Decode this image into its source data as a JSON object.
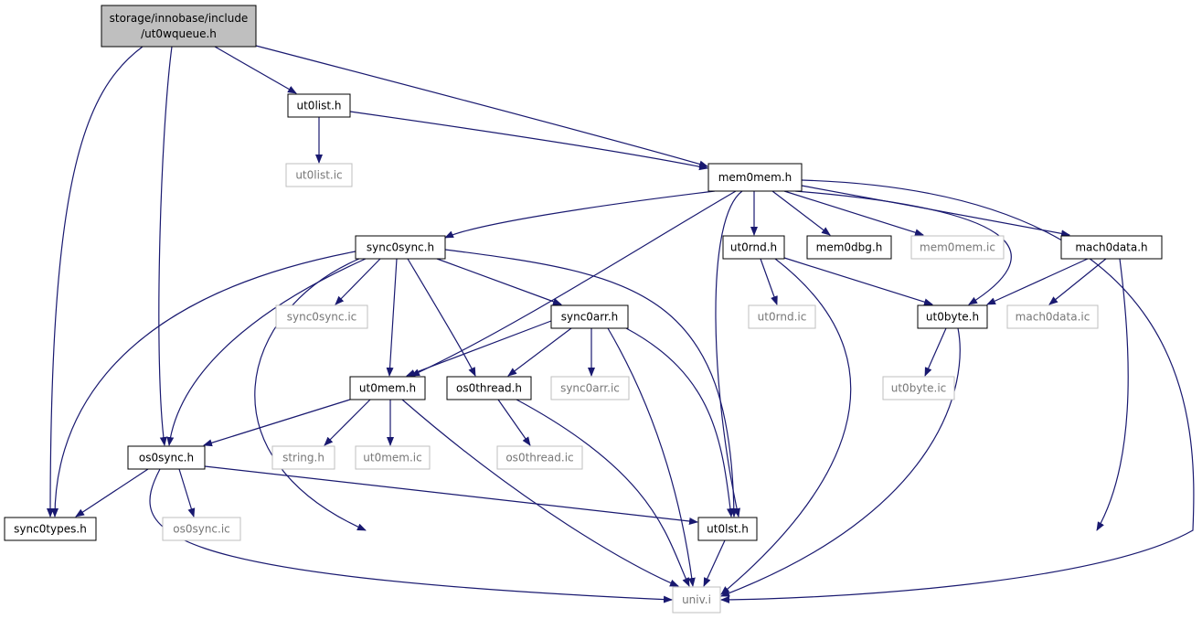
{
  "colors": {
    "edge": "#191970",
    "root_fill": "#bfbfbf",
    "node_border": "#000000",
    "external_border": "#bfbfbf",
    "external_text": "#777777",
    "background": "#ffffff"
  },
  "nodes": [
    {
      "id": "root",
      "lines": [
        "storage/innobase/include",
        "/ut0wqueue.h"
      ],
      "style": "root"
    },
    {
      "id": "ut0list_h",
      "lines": [
        "ut0list.h"
      ],
      "style": "normal"
    },
    {
      "id": "ut0list_ic",
      "lines": [
        "ut0list.ic"
      ],
      "style": "external"
    },
    {
      "id": "mem0mem_h",
      "lines": [
        "mem0mem.h"
      ],
      "style": "normal"
    },
    {
      "id": "sync0sync_h",
      "lines": [
        "sync0sync.h"
      ],
      "style": "normal"
    },
    {
      "id": "ut0rnd_h",
      "lines": [
        "ut0rnd.h"
      ],
      "style": "normal"
    },
    {
      "id": "mem0dbg_h",
      "lines": [
        "mem0dbg.h"
      ],
      "style": "normal"
    },
    {
      "id": "mem0mem_ic",
      "lines": [
        "mem0mem.ic"
      ],
      "style": "external"
    },
    {
      "id": "mach0data_h",
      "lines": [
        "mach0data.h"
      ],
      "style": "normal"
    },
    {
      "id": "sync0sync_ic",
      "lines": [
        "sync0sync.ic"
      ],
      "style": "external"
    },
    {
      "id": "sync0arr_h",
      "lines": [
        "sync0arr.h"
      ],
      "style": "normal"
    },
    {
      "id": "ut0rnd_ic",
      "lines": [
        "ut0rnd.ic"
      ],
      "style": "external"
    },
    {
      "id": "ut0byte_h",
      "lines": [
        "ut0byte.h"
      ],
      "style": "normal"
    },
    {
      "id": "mach0data_ic",
      "lines": [
        "mach0data.ic"
      ],
      "style": "external"
    },
    {
      "id": "ut0mem_h",
      "lines": [
        "ut0mem.h"
      ],
      "style": "normal"
    },
    {
      "id": "os0thread_h",
      "lines": [
        "os0thread.h"
      ],
      "style": "normal"
    },
    {
      "id": "sync0arr_ic",
      "lines": [
        "sync0arr.ic"
      ],
      "style": "external"
    },
    {
      "id": "ut0byte_ic",
      "lines": [
        "ut0byte.ic"
      ],
      "style": "external"
    },
    {
      "id": "os0sync_h",
      "lines": [
        "os0sync.h"
      ],
      "style": "normal"
    },
    {
      "id": "string_h",
      "lines": [
        "string.h"
      ],
      "style": "external"
    },
    {
      "id": "ut0mem_ic",
      "lines": [
        "ut0mem.ic"
      ],
      "style": "external"
    },
    {
      "id": "os0thread_ic",
      "lines": [
        "os0thread.ic"
      ],
      "style": "external"
    },
    {
      "id": "sync0types_h",
      "lines": [
        "sync0types.h"
      ],
      "style": "normal"
    },
    {
      "id": "os0sync_ic",
      "lines": [
        "os0sync.ic"
      ],
      "style": "external"
    },
    {
      "id": "ut0lst_h",
      "lines": [
        "ut0lst.h"
      ],
      "style": "normal"
    },
    {
      "id": "univ_i",
      "lines": [
        "univ.i"
      ],
      "style": "external"
    }
  ],
  "edges": [
    [
      "root",
      "ut0list_h"
    ],
    [
      "root",
      "mem0mem_h"
    ],
    [
      "root",
      "os0sync_h"
    ],
    [
      "root",
      "sync0types_h"
    ],
    [
      "ut0list_h",
      "ut0list_ic"
    ],
    [
      "ut0list_h",
      "mem0mem_h"
    ],
    [
      "mem0mem_h",
      "sync0sync_h"
    ],
    [
      "mem0mem_h",
      "ut0mem_h"
    ],
    [
      "mem0mem_h",
      "ut0lst_h"
    ],
    [
      "mem0mem_h",
      "ut0rnd_h"
    ],
    [
      "mem0mem_h",
      "mem0dbg_h"
    ],
    [
      "mem0mem_h",
      "mem0mem_ic"
    ],
    [
      "mem0mem_h",
      "ut0byte_h"
    ],
    [
      "mem0mem_h",
      "mach0data_h"
    ],
    [
      "mem0mem_h",
      "univ_i"
    ],
    [
      "sync0sync_h",
      "sync0sync_ic"
    ],
    [
      "sync0sync_h",
      "sync0arr_h"
    ],
    [
      "sync0sync_h",
      "ut0mem_h"
    ],
    [
      "sync0sync_h",
      "os0thread_h"
    ],
    [
      "sync0sync_h",
      "ut0lst_h"
    ],
    [
      "sync0sync_h",
      "os0sync_h"
    ],
    [
      "sync0sync_h",
      "sync0types_h"
    ],
    [
      "sync0sync_h",
      "univ_i"
    ],
    [
      "ut0rnd_h",
      "ut0rnd_ic"
    ],
    [
      "ut0rnd_h",
      "ut0byte_h"
    ],
    [
      "ut0rnd_h",
      "univ_i"
    ],
    [
      "mach0data_h",
      "ut0byte_h"
    ],
    [
      "mach0data_h",
      "mach0data_ic"
    ],
    [
      "mach0data_h",
      "univ_i"
    ],
    [
      "sync0arr_h",
      "ut0mem_h"
    ],
    [
      "sync0arr_h",
      "os0thread_h"
    ],
    [
      "sync0arr_h",
      "sync0arr_ic"
    ],
    [
      "sync0arr_h",
      "ut0lst_h"
    ],
    [
      "sync0arr_h",
      "univ_i"
    ],
    [
      "ut0byte_h",
      "ut0byte_ic"
    ],
    [
      "ut0byte_h",
      "univ_i"
    ],
    [
      "ut0mem_h",
      "os0sync_h"
    ],
    [
      "ut0mem_h",
      "string_h"
    ],
    [
      "ut0mem_h",
      "ut0mem_ic"
    ],
    [
      "ut0mem_h",
      "univ_i"
    ],
    [
      "os0thread_h",
      "os0thread_ic"
    ],
    [
      "os0thread_h",
      "univ_i"
    ],
    [
      "os0sync_h",
      "sync0types_h"
    ],
    [
      "os0sync_h",
      "os0sync_ic"
    ],
    [
      "os0sync_h",
      "ut0lst_h"
    ],
    [
      "os0sync_h",
      "univ_i"
    ],
    [
      "ut0lst_h",
      "univ_i"
    ]
  ]
}
